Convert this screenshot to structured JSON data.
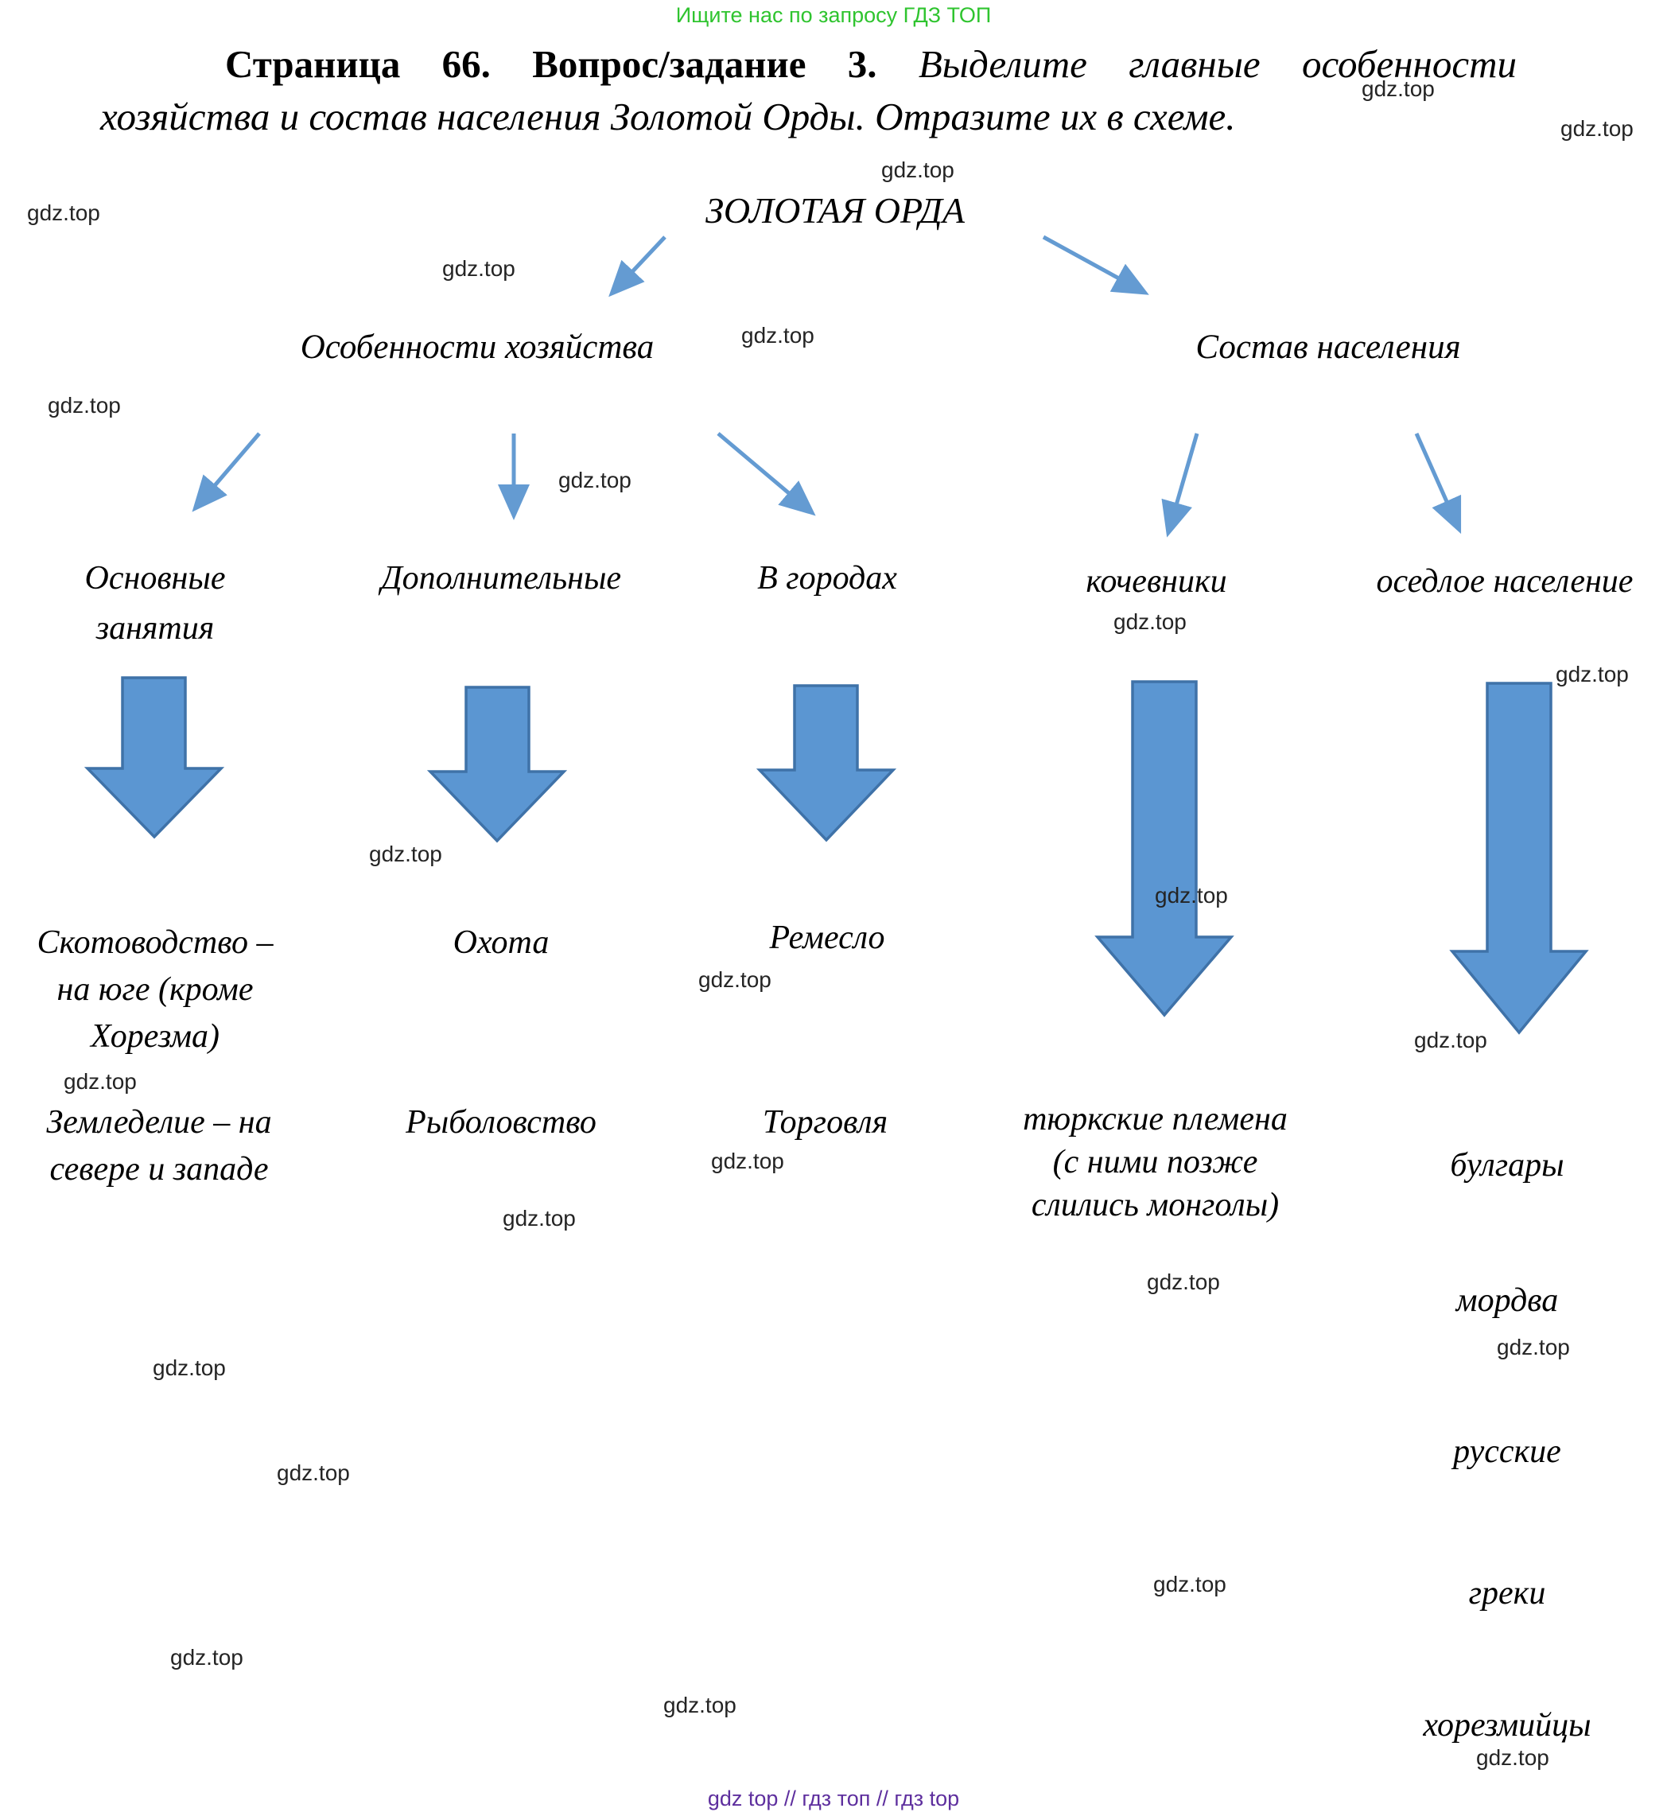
{
  "page": {
    "promo_top": "Ищите нас по запросу ГДЗ ТОП",
    "watermark": "gdz.top",
    "footer": "gdz top  //  гдз топ  //  гдз top"
  },
  "title": {
    "bold_part": "Страница 66. Вопрос/задание 3.",
    "italic_part": "Выделите главные особенности",
    "line2": "хозяйства и состав населения Золотой Орды. Отразите их в схеме."
  },
  "diagram": {
    "root": {
      "label": "ЗОЛОТАЯ ОРДА",
      "children": [
        {
          "label": "Особенности хозяйства",
          "children": [
            {
              "label": "Основные\nзанятия",
              "items": [
                "Скотоводство –\nна юге (кроме\nХорезма)",
                "Земледелие – на\nсевере и западе"
              ]
            },
            {
              "label": "Дополнительные",
              "items": [
                "Охота",
                "Рыболовство"
              ]
            },
            {
              "label": "В городах",
              "items": [
                "Ремесло",
                "Торговля"
              ]
            }
          ]
        },
        {
          "label": "Состав населения",
          "children": [
            {
              "label": "кочевники",
              "items": [
                "тюркские племена\n(с ними позже\nслились монголы)"
              ]
            },
            {
              "label": "оседлое население",
              "items": [
                "булгары",
                "мордва",
                "русские",
                "греки",
                "хорезмийцы"
              ]
            }
          ]
        }
      ]
    }
  },
  "colors": {
    "arrow_fill": "#5b96d2",
    "arrow_stroke": "#3f72a8",
    "connector_blue": "#649bd2",
    "promo_green": "#2fc42f",
    "footer_purple": "#5e2f9e"
  }
}
